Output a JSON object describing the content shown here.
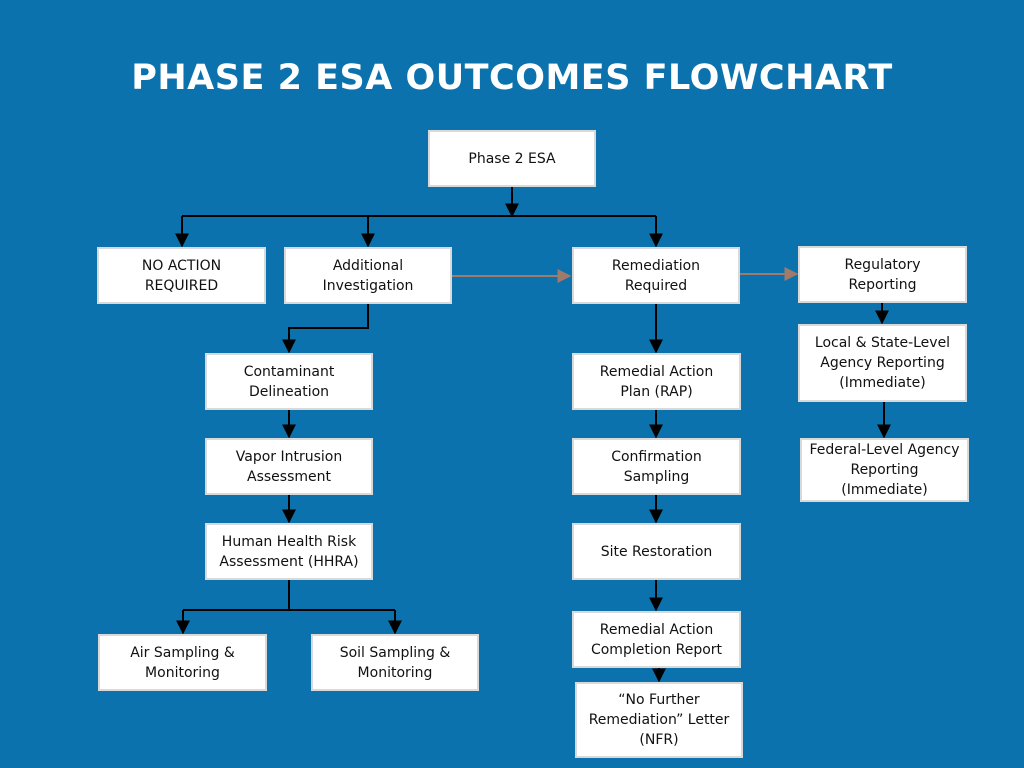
{
  "title": "PHASE 2 ESA OUTCOMES FLOWCHART",
  "colors": {
    "background": "#0b72ad",
    "box_fill": "#ffffff",
    "box_border": "#d9d9d9",
    "connector": "#000000",
    "cross_link_arrow": "#a07a6a"
  },
  "nodes": {
    "phase2": "Phase 2 ESA",
    "no_action": "NO ACTION\nREQUIRED",
    "additional_investigation": "Additional\nInvestigation",
    "remediation_required": "Remediation\nRequired",
    "regulatory_reporting": "Regulatory\nReporting",
    "contaminant_delineation": "Contaminant\nDelineation",
    "vapor_intrusion": "Vapor Intrusion\nAssessment",
    "hhra": "Human Health Risk\nAssessment (HHRA)",
    "air_sampling": "Air Sampling &\nMonitoring",
    "soil_sampling": "Soil Sampling &\nMonitoring",
    "rap": "Remedial Action\nPlan (RAP)",
    "confirmation_sampling": "Confirmation\nSampling",
    "site_restoration": "Site Restoration",
    "completion_report": "Remedial Action\nCompletion Report",
    "nfr_letter": "“No Further\nRemediation” Letter\n(NFR)",
    "local_state_reporting": "Local & State-Level\nAgency Reporting\n(Immediate)",
    "federal_reporting": "Federal-Level Agency\nReporting (Immediate)"
  }
}
